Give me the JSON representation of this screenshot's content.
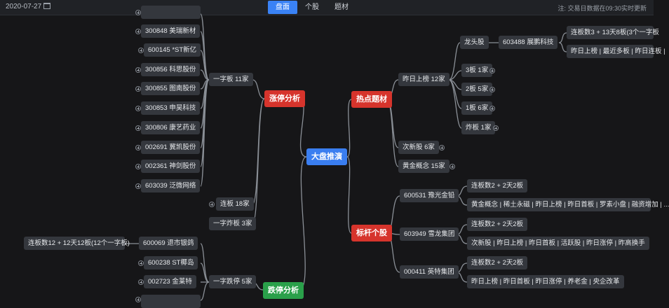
{
  "topbar": {
    "date": "2020-07-27",
    "tabs": [
      {
        "label": "盘面",
        "active": true
      },
      {
        "label": "个股",
        "active": false
      },
      {
        "label": "题材",
        "active": false
      }
    ],
    "note": "注: 交易日数据在09:30实时更新"
  },
  "center": {
    "label": "大盘推演"
  },
  "branches": {
    "hot": {
      "label": "热点题材",
      "yesterday_limit": "昨日上榜  12家",
      "leader": "龙头股",
      "leader_stock": "603488  展鹏科技",
      "leader_detail_1": "连板数3 + 13天8板(3个一字板",
      "leader_detail_2": "昨日上榜 | 最近多板 | 昨日连板 |",
      "board3": "3板 1家",
      "board2": "2板 5家",
      "board1": "1板 6家",
      "blowup": "炸板 1家",
      "new_stock": "次新股  6家",
      "gold": "黄金概念  15家"
    },
    "limit_up": {
      "label": "涨停分析",
      "one_word": "一字板  11家",
      "stocks": [
        "300848  美瑞新材",
        "600145  *ST新亿",
        "300856  科思股份",
        "300855  图南股份",
        "300853  申昊科技",
        "300806  康艺药业",
        "002691  冀凯股份",
        "002361  神剑股份",
        "603039  泛微网络"
      ],
      "continuous": "连板  18家",
      "one_word_blow": "一字炸板  3家"
    },
    "benchmark": {
      "label": "标杆个股",
      "s1": "600531  豫光金铅",
      "s1_d1": "连板数2 + 2天2板",
      "s1_d2": "黄金概念 | 稀土永磁 | 昨日上榜 | 昨日首板 | 罗素小盘 | 融资增加 | ...",
      "s2": "603949  雪龙集团",
      "s2_d1": "连板数2 + 2天2板",
      "s2_d2": "次新股 | 昨日上榜 | 昨日首板 | 活跃股 | 昨日涨停 | 昨高换手",
      "s3": "000411  英特集团",
      "s3_d1": "连板数2 + 2天2板",
      "s3_d2": "昨日上榜 | 昨日首板 | 昨日涨停 | 养老金 | 央企改革"
    },
    "limit_down": {
      "label": "跌停分析",
      "one_word": "一字跌停  5家",
      "s1": "600069  退市银鸽",
      "s1_detail": "连板数12 + 12天12板(12个一字板)",
      "s2": "600238  ST椰岛",
      "s3": "002723  金莱特"
    }
  },
  "colors": {
    "accent": "#3a82f5",
    "red": "#d6342c",
    "green": "#2aa04a",
    "node": "#34373d",
    "background": "#161618"
  }
}
